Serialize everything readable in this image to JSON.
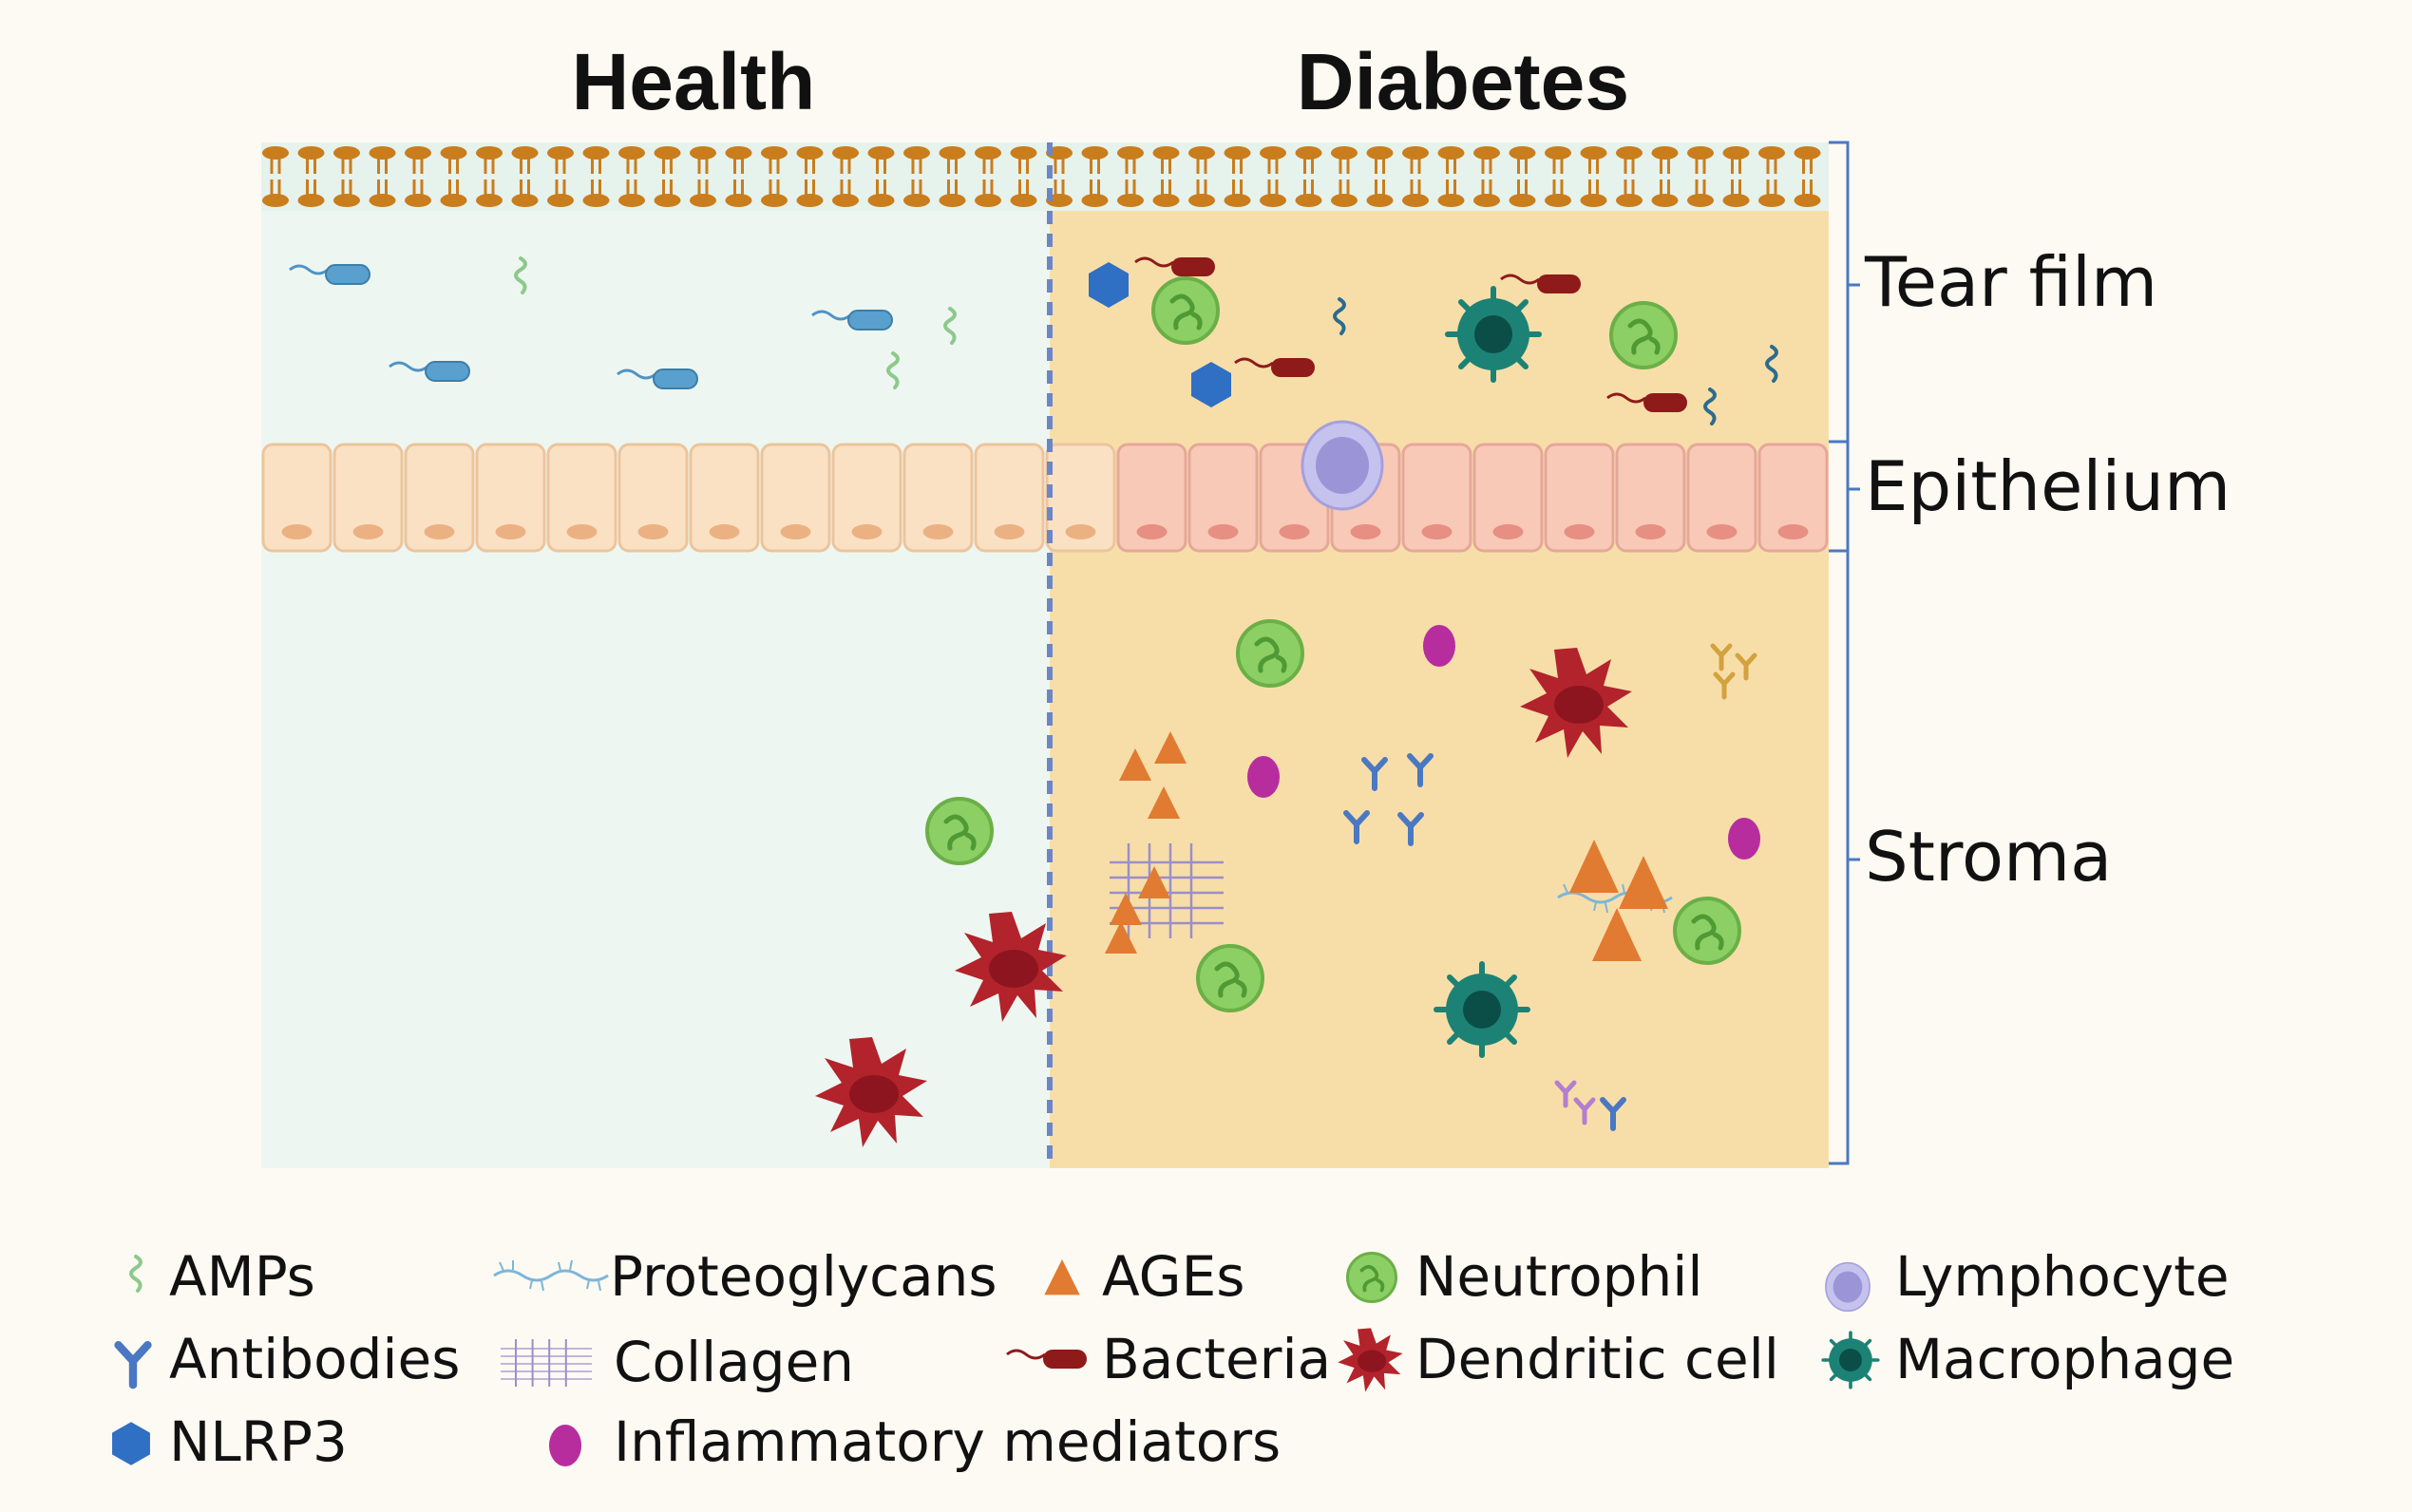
{
  "titles": {
    "health": "Health",
    "diabetes": "Diabetes"
  },
  "layers": {
    "tear_film": "Tear film",
    "epithelium": "Epithelium",
    "stroma": "Stroma"
  },
  "legend": {
    "amps": "AMPs",
    "antibodies": "Antibodies",
    "nlrp3": "NLRP3",
    "proteoglycans": "Proteoglycans",
    "collagen": "Collagen",
    "inflammatory_mediators": "Inflammatory mediators",
    "ages": "AGEs",
    "bacteria": "Bacteria",
    "neutrophil": "Neutrophil",
    "dendritic_cell": "Dendritic cell",
    "lymphocyte": "Lymphocyte",
    "macrophage": "Macrophage"
  },
  "colors": {
    "health_bg": "#eef6f1",
    "diabetes_bg": "#f7dea9",
    "lipid": "#c97d1c",
    "epithelium_health": "#fbe1c4",
    "epithelium_diabetes": "#f8c9b6",
    "bracket": "#4a78c2",
    "neutrophil": "#8ccf64",
    "dendritic": "#b3232b",
    "macrophage": "#1c8275",
    "lymphocyte": "#b9b5e6",
    "nlrp3": "#2f6fc4",
    "bacteria_health": "#4f93c4",
    "bacteria_diabetes": "#8e1a1a",
    "ages": "#e07b31",
    "mediator": "#b72d9e",
    "antibody": "#4a78c2"
  }
}
